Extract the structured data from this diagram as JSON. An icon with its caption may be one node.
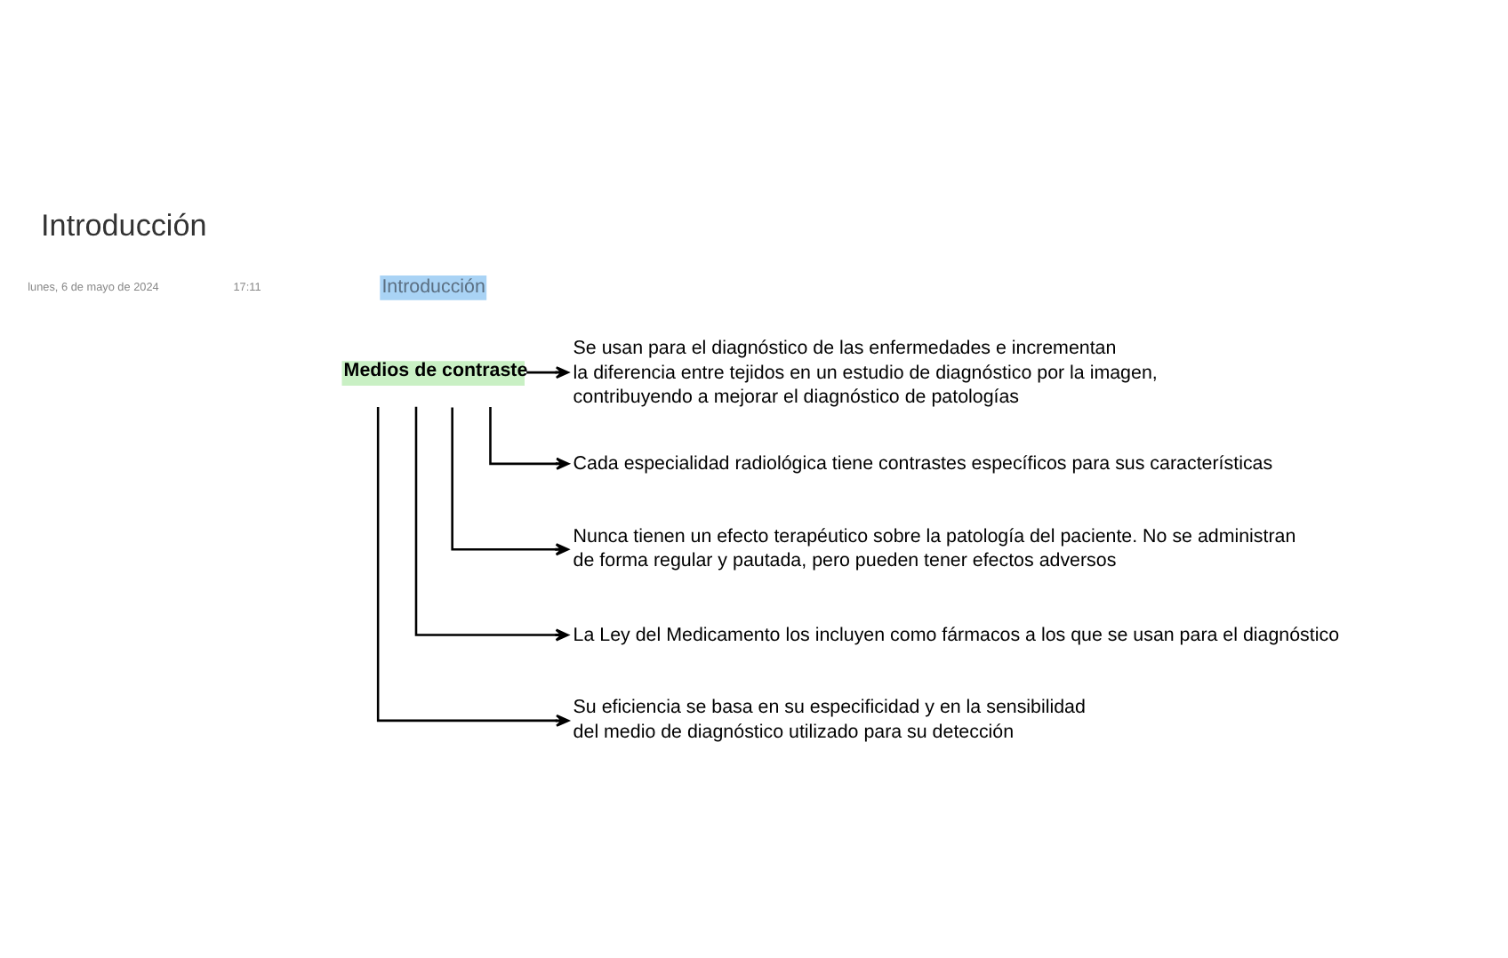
{
  "diagram": {
    "title": "Introducción",
    "nodes": [
      {
        "text": [
          "Medios de contraste"
        ]
      },
      {
        "text": [
          "Se usan para el diagnóstico de las enfermedades e incrementan la diferencia entre tejidos en un estudio de diagnóstico por la imagen, contribuyendo a mejorar el diagnóstico de patologías"
        ]
      },
      {
        "text": [
          "Cada especialidad radiológica tiene contrastes específicos para sus características"
        ]
      },
      {
        "text": [
          "Nunca tienen un efecto terapéutico sobre la patología del paciente. No se administran de forma regular y pautada, pero pueden tener efectos adversos"
        ]
      },
      {
        "text": [
          "La Ley del Medicamento los incluyen como fármacos a los que se usan para el diagnóstico"
        ]
      },
      {
        "text": [
          "Su eficiencia se basa en su especificidad y en la sensibilidad del medio de diagnóstico utilizado para su detección"
        ]
      }
    ],
    "edges": [
      {
        "from": 0,
        "to": 1,
        "arrow": "to"
      },
      {
        "from": 0,
        "to": 2,
        "arrow": "to"
      },
      {
        "from": 0,
        "to": 3,
        "arrow": "to"
      },
      {
        "from": 0,
        "to": 4,
        "arrow": "to"
      },
      {
        "from": 0,
        "to": 5,
        "arrow": "to"
      }
    ],
    "labels": [
      "lunes, 6 de mayo de 2024",
      "17:11",
      "Introducción"
    ]
  }
}
